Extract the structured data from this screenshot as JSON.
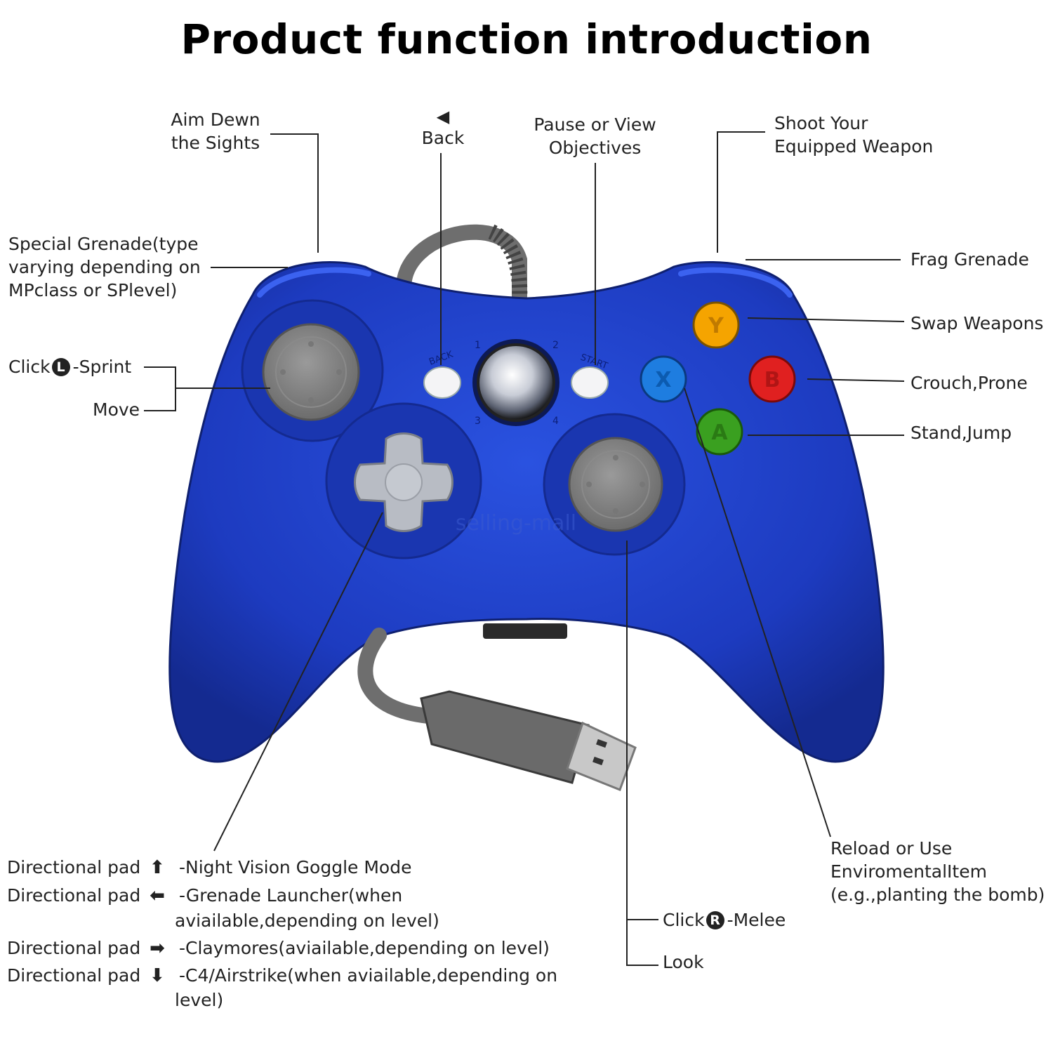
{
  "title": "Product function introduction",
  "labels": {
    "aim": [
      "Aim Dewn",
      "the Sights"
    ],
    "back_glyph": "◀",
    "back": "Back",
    "pause": [
      "Pause or View",
      "Objectives"
    ],
    "shoot": [
      "Shoot Your",
      "Equipped Weapon"
    ],
    "special": [
      "Special Grenade(type",
      "varying depending on",
      "MPclass or SPlevel)"
    ],
    "frag": "Frag Grenade",
    "swap": "Swap Weapons",
    "crouch": "Crouch,Prone",
    "stand": "Stand,Jump",
    "click_l_prefix": "Click",
    "click_l_letter": "L",
    "click_l_suffix": "-Sprint",
    "move": "Move",
    "reload": [
      "Reload or Use",
      "EnviromentalItem",
      "(e.g.,planting the bomb)"
    ],
    "click_r_prefix": "Click",
    "click_r_letter": "R",
    "click_r_suffix": "-Melee",
    "look": "Look"
  },
  "dpad": [
    {
      "name": "Directional pad",
      "arrow": "⬆",
      "desc": [
        "-Night Vision Goggle Mode"
      ]
    },
    {
      "name": "Directional pad",
      "arrow": "⬅",
      "desc": [
        "-Grenade Launcher(when",
        "aviailable,depending on level)"
      ]
    },
    {
      "name": "Directional pad",
      "arrow": "➡",
      "desc": [
        "-Claymores(aviailable,depending on level)"
      ]
    },
    {
      "name": "Directional pad",
      "arrow": "⬇",
      "desc": [
        "-C4/Airstrike(when aviailable,depending on",
        "level)"
      ]
    }
  ],
  "controller": {
    "body_color": "#1f3fc4",
    "back_text": "BACK",
    "start_text": "START",
    "quadrants": [
      "1",
      "2",
      "3",
      "4"
    ],
    "buttons": [
      {
        "letter": "Y",
        "color": "#f5a400"
      },
      {
        "letter": "X",
        "color": "#1e7de0"
      },
      {
        "letter": "B",
        "color": "#e02020"
      },
      {
        "letter": "A",
        "color": "#3aa020"
      }
    ],
    "watermark": "selling-mall"
  }
}
